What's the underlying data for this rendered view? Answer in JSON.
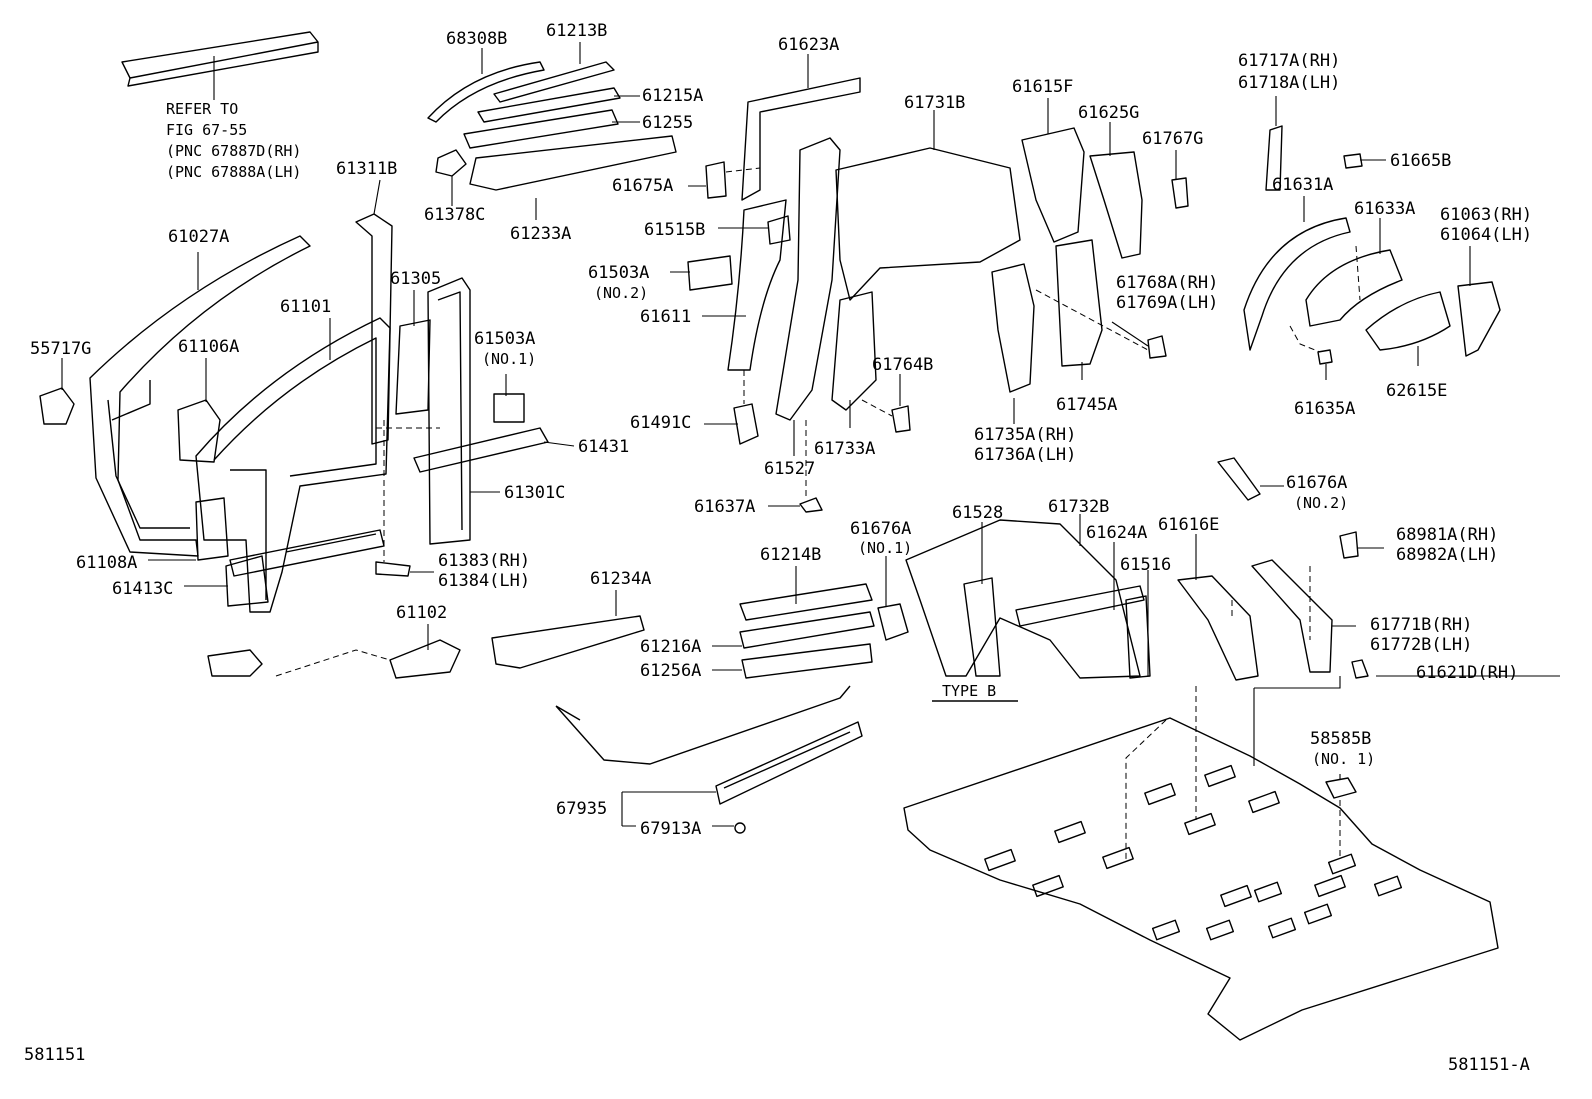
{
  "diagram": {
    "catalog_left": "581151",
    "catalog_right": "581151-A",
    "refer_note": [
      "REFER TO",
      "FIG 67-55",
      "(PNC 67887D(RH)",
      "(PNC 67888A(LH)"
    ],
    "type_b": "TYPE B",
    "labels": [
      {
        "id": "l-68308B",
        "text": "68308B"
      },
      {
        "id": "l-61213B",
        "text": "61213B"
      },
      {
        "id": "l-61623A",
        "text": "61623A"
      },
      {
        "id": "l-61215A",
        "text": "61215A"
      },
      {
        "id": "l-61255",
        "text": "61255"
      },
      {
        "id": "l-61675A",
        "text": "61675A"
      },
      {
        "id": "l-61378C",
        "text": "61378C"
      },
      {
        "id": "l-61233A",
        "text": "61233A"
      },
      {
        "id": "l-61731B",
        "text": "61731B"
      },
      {
        "id": "l-61615F",
        "text": "61615F"
      },
      {
        "id": "l-61625G",
        "text": "61625G"
      },
      {
        "id": "l-61767G",
        "text": "61767G"
      },
      {
        "id": "l-61717A",
        "text": "61717A(RH)"
      },
      {
        "id": "l-61718A",
        "text": "61718A(LH)"
      },
      {
        "id": "l-61665B",
        "text": "61665B"
      },
      {
        "id": "l-61631A",
        "text": "61631A"
      },
      {
        "id": "l-61633A",
        "text": "61633A"
      },
      {
        "id": "l-61063",
        "text": "61063(RH)"
      },
      {
        "id": "l-61064",
        "text": "61064(LH)"
      },
      {
        "id": "l-61311B",
        "text": "61311B"
      },
      {
        "id": "l-61027A",
        "text": "61027A"
      },
      {
        "id": "l-61515B",
        "text": "61515B"
      },
      {
        "id": "l-61503A-2",
        "text": "61503A"
      },
      {
        "id": "l-no2-a",
        "text": "(NO.2)"
      },
      {
        "id": "l-61611",
        "text": "61611"
      },
      {
        "id": "l-61305",
        "text": "61305"
      },
      {
        "id": "l-61101",
        "text": "61101"
      },
      {
        "id": "l-61503A-1",
        "text": "61503A"
      },
      {
        "id": "l-no1-a",
        "text": "(NO.1)"
      },
      {
        "id": "l-55717G",
        "text": "55717G"
      },
      {
        "id": "l-61106A",
        "text": "61106A"
      },
      {
        "id": "l-61768A",
        "text": "61768A(RH)"
      },
      {
        "id": "l-61769A",
        "text": "61769A(LH)"
      },
      {
        "id": "l-61764B",
        "text": "61764B"
      },
      {
        "id": "l-61745A",
        "text": "61745A"
      },
      {
        "id": "l-62615E",
        "text": "62615E"
      },
      {
        "id": "l-61635A",
        "text": "61635A"
      },
      {
        "id": "l-61491C",
        "text": "61491C"
      },
      {
        "id": "l-61431",
        "text": "61431"
      },
      {
        "id": "l-61733A",
        "text": "61733A"
      },
      {
        "id": "l-61735A",
        "text": "61735A(RH)"
      },
      {
        "id": "l-61736A",
        "text": "61736A(LH)"
      },
      {
        "id": "l-61527",
        "text": "61527"
      },
      {
        "id": "l-61301C",
        "text": "61301C"
      },
      {
        "id": "l-61676A-2",
        "text": "61676A"
      },
      {
        "id": "l-no2-b",
        "text": "(NO.2)"
      },
      {
        "id": "l-61637A",
        "text": "61637A"
      },
      {
        "id": "l-61732B",
        "text": "61732B"
      },
      {
        "id": "l-61528",
        "text": "61528"
      },
      {
        "id": "l-61676A-1",
        "text": "61676A"
      },
      {
        "id": "l-no1-b",
        "text": "(NO.1)"
      },
      {
        "id": "l-61624A",
        "text": "61624A"
      },
      {
        "id": "l-61616E",
        "text": "61616E"
      },
      {
        "id": "l-68981A",
        "text": "68981A(RH)"
      },
      {
        "id": "l-68982A",
        "text": "68982A(LH)"
      },
      {
        "id": "l-61108A",
        "text": "61108A"
      },
      {
        "id": "l-61383",
        "text": "61383(RH)"
      },
      {
        "id": "l-61384",
        "text": "61384(LH)"
      },
      {
        "id": "l-61214B",
        "text": "61214B"
      },
      {
        "id": "l-61516",
        "text": "61516"
      },
      {
        "id": "l-61413C",
        "text": "61413C"
      },
      {
        "id": "l-61234A",
        "text": "61234A"
      },
      {
        "id": "l-61771B",
        "text": "61771B(RH)"
      },
      {
        "id": "l-61772B",
        "text": "61772B(LH)"
      },
      {
        "id": "l-61102",
        "text": "61102"
      },
      {
        "id": "l-61216A",
        "text": "61216A"
      },
      {
        "id": "l-61256A",
        "text": "61256A"
      },
      {
        "id": "l-61621D",
        "text": "61621D(RH)"
      },
      {
        "id": "l-58585B",
        "text": "58585B"
      },
      {
        "id": "l-no1-c",
        "text": "(NO. 1)"
      },
      {
        "id": "l-67935",
        "text": "67935"
      },
      {
        "id": "l-67913A",
        "text": "67913A"
      }
    ]
  }
}
